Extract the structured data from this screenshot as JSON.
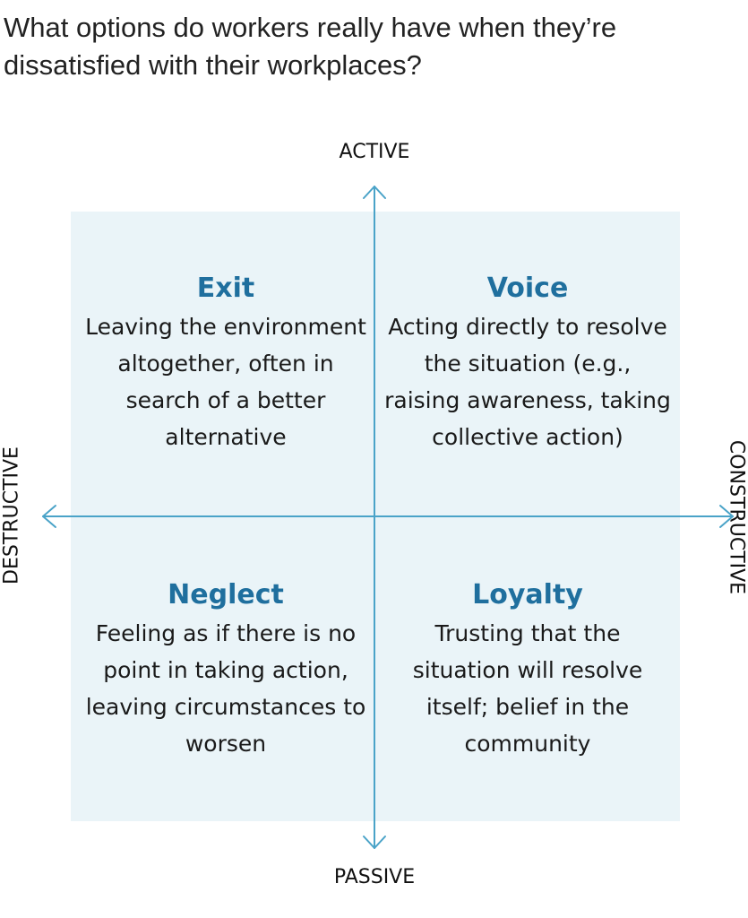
{
  "title": "What options do workers really have when they’re dissatisfied with their workplaces?",
  "axes": {
    "top": "ACTIVE",
    "bottom": "PASSIVE",
    "left": "DESTRUCTIVE",
    "right": "CONSTRUCTIVE"
  },
  "quadrants": {
    "exit": {
      "title": "Exit",
      "description": "Leaving the environment altogether, often in search of a better alternative"
    },
    "voice": {
      "title": "Voice",
      "description": "Acting directly to resolve the situation (e.g., raising awareness, taking collective action)"
    },
    "neglect": {
      "title": "Neglect",
      "description": "Feeling as if there is no point in taking action, leaving circumstances to worsen"
    },
    "loyalty": {
      "title": "Loyalty",
      "description": "Trusting that the situation will resolve itself; belief in the community"
    }
  },
  "colors": {
    "accent": "#1f6f9e",
    "axis": "#4aa3c8",
    "panel": "#eaf4f8"
  }
}
